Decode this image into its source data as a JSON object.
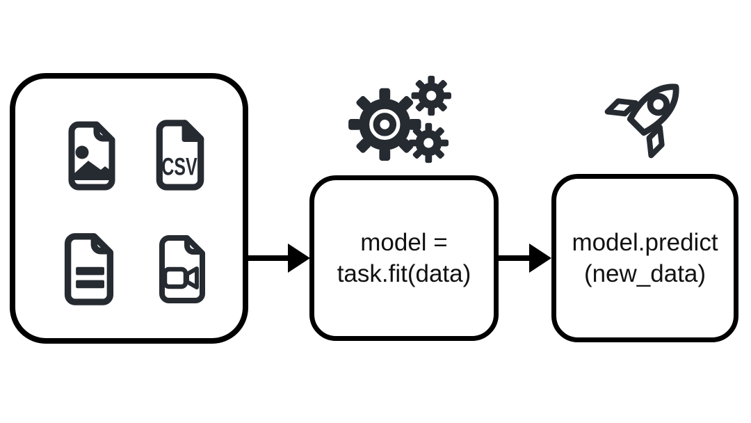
{
  "diagram": {
    "colors": {
      "background": "#ffffff",
      "outline": "#000000",
      "icon": "#262a31",
      "text": "#111111"
    },
    "nodes": {
      "data_sources": {
        "file_type_icons": [
          "image-file",
          "csv-file",
          "text-file",
          "video-file"
        ],
        "csv_label": "CSV"
      },
      "train": {
        "icon": "gears",
        "code_line1": "model =",
        "code_line2": "task.fit(data)"
      },
      "predict": {
        "icon": "rocket",
        "code_line1": "model.predict",
        "code_line2": "(new_data)"
      }
    },
    "arrows": [
      {
        "from": "data_sources",
        "to": "train"
      },
      {
        "from": "train",
        "to": "predict"
      }
    ]
  }
}
